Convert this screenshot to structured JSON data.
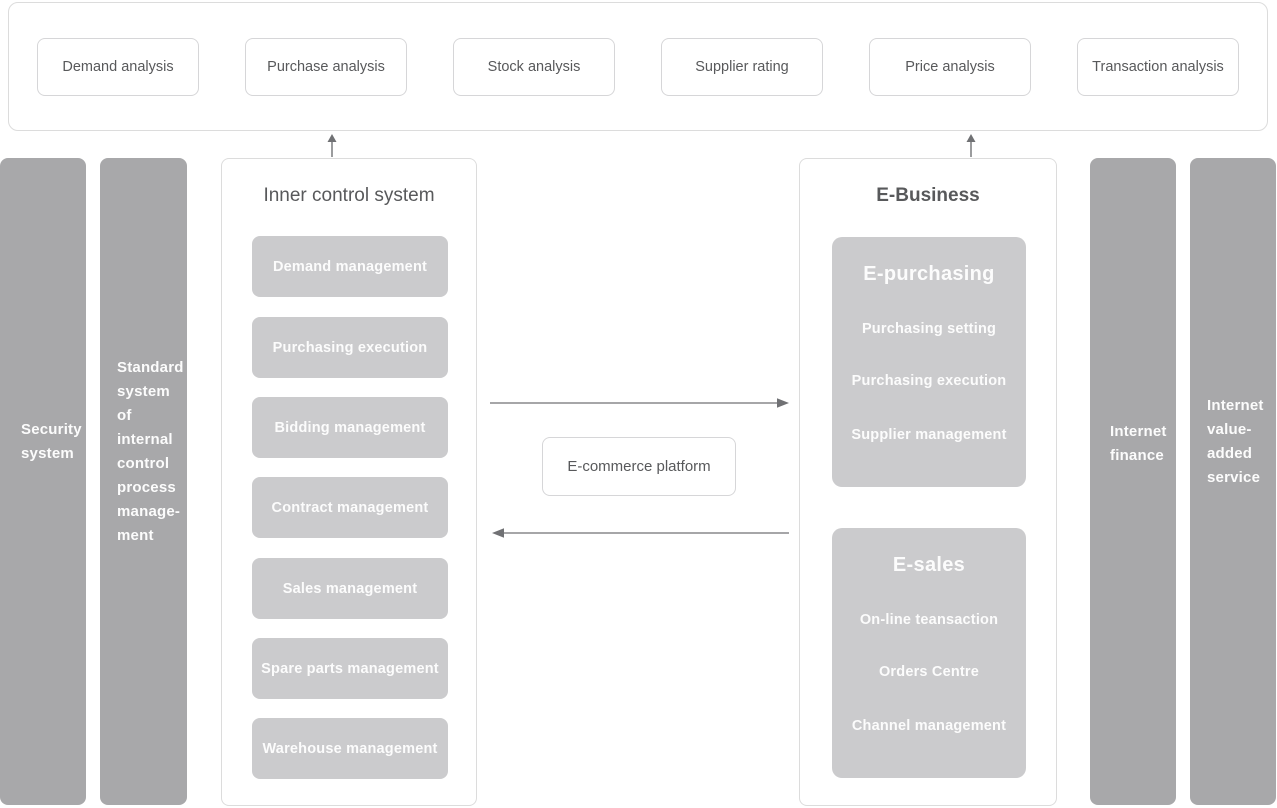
{
  "colors": {
    "panel_border": "#dcdcdc",
    "chip_border": "#d6d6d8",
    "bar_gray": "#a8a8aa",
    "module_gray": "#cbcbcd",
    "text_dark": "#58595b",
    "text_white": "#fcfcfc",
    "arrow_gray": "#707174"
  },
  "top_panel": {
    "items": [
      "Demand analysis",
      "Purchase analysis",
      "Stock analysis",
      "Supplier rating",
      "Price analysis",
      "Transaction analysis"
    ]
  },
  "bars": {
    "security": "Security\nsystem",
    "standard": "Standard\nsystem of\ninternal\ncontrol\nprocess\nmanage-\nment",
    "internet_finance": "Internet\nfinance",
    "internet_value": "Internet\nvalue-\nadded\nservice"
  },
  "inner_control": {
    "title": "Inner control system",
    "modules": [
      "Demand management",
      "Purchasing execution",
      "Bidding management",
      "Contract management",
      "Sales management",
      "Spare parts management",
      "Warehouse management"
    ]
  },
  "center": {
    "platform": "E-commerce platform"
  },
  "e_business": {
    "title": "E-Business",
    "groups": [
      {
        "title": "E-purchasing",
        "items": [
          "Purchasing setting",
          "Purchasing execution",
          "Supplier management"
        ]
      },
      {
        "title": "E-sales",
        "items": [
          "On-line teansaction",
          "Orders Centre",
          "Channel management"
        ]
      }
    ]
  }
}
